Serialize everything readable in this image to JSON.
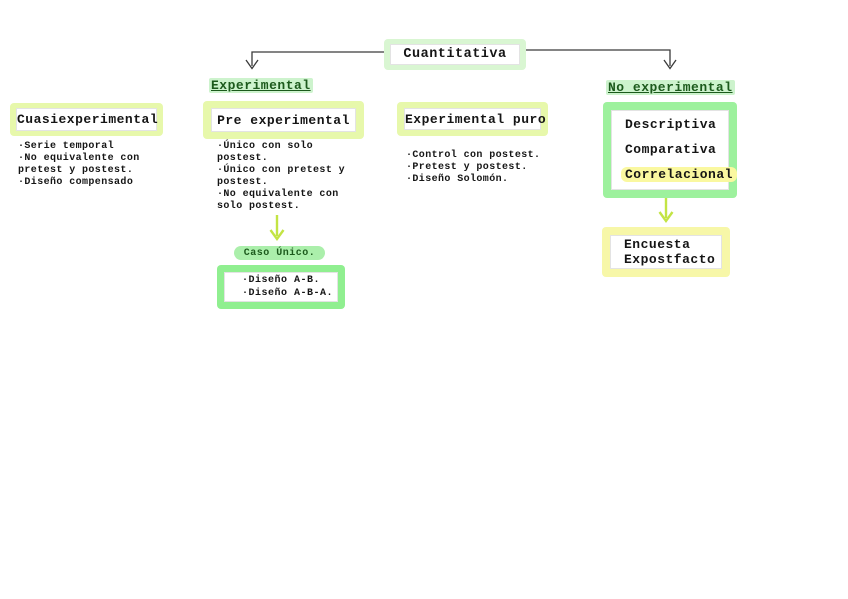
{
  "root": {
    "label": "Cuantitativa"
  },
  "branch_labels": {
    "experimental": "Experimental",
    "no_experimental": "No experimental"
  },
  "nodes": {
    "cuasiexperimental": {
      "title": "Cuasiexperimental",
      "notes": "·Serie temporal\n·No equivalente con\npretest y postest.\n·Diseño compensado"
    },
    "pre_experimental": {
      "title": "Pre experimental",
      "notes": "·Único con solo\npostest.\n·Único con pretest y\npostest.\n·No equivalente con\nsolo postest."
    },
    "experimental_puro": {
      "title": "Experimental puro",
      "notes": "·Control con postest.\n·Pretest y postest.\n·Diseño Solomón."
    },
    "no_experimental_types": {
      "items": [
        "Descriptiva",
        "Comparativa",
        "Correlacional"
      ],
      "highlighted_item": "Correlacional"
    },
    "caso_unico": {
      "label": "Caso Único."
    },
    "diseno_caso_unico": {
      "notes": "·Diseño A-B.\n·Diseño A-B-A."
    },
    "encuesta_expostfacto": {
      "label": "Encuesta\nExpostfacto"
    }
  },
  "colors": {
    "pale_green_border": "#d9f6d2",
    "yellow_green_border": "#e7f8ab",
    "bright_green_border": "#9df19d",
    "pale_yellow_border": "#f7f7a8",
    "green_highlight": "#cdf3cd",
    "yellow_highlight": "#faf8a0",
    "pill_green": "#abefab",
    "dark_green_text": "#1c5a1c",
    "arrow_yellow_green": "#c3e444",
    "connector_black": "#3a3a3a"
  }
}
